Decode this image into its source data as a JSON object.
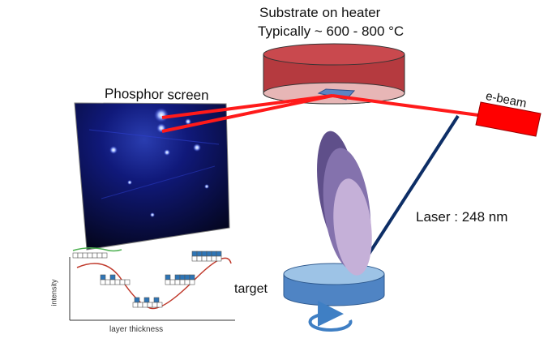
{
  "labels": {
    "heater_line1": "Substrate on heater",
    "heater_line2": "Typically ~ 600 - 800 °C",
    "phosphor_screen": "Phosphor screen",
    "ebeam": "e-beam",
    "laser": "Laser : 248 nm",
    "target": "target",
    "y_axis": "intensity",
    "x_axis": "layer thickness"
  },
  "colors": {
    "heater_side": "#b53a3f",
    "heater_top": "#e7b6b6",
    "beam_red": "#ff1a1a",
    "ebeam_gun": "#ff0000",
    "laser_line": "#0d2e66",
    "plume_outer": "#5f4f8a",
    "plume_mid": "#8472ad",
    "plume_inner": "#c5b0d8",
    "target_top": "#9dc3e6",
    "target_side": "#4f84c4",
    "rotation_arrow": "#3f7fc4",
    "screen_bg": "#06092e",
    "curve": "#c0392b",
    "block": "#2e75b6"
  },
  "icons": [
    "rotation-arrow-icon"
  ]
}
